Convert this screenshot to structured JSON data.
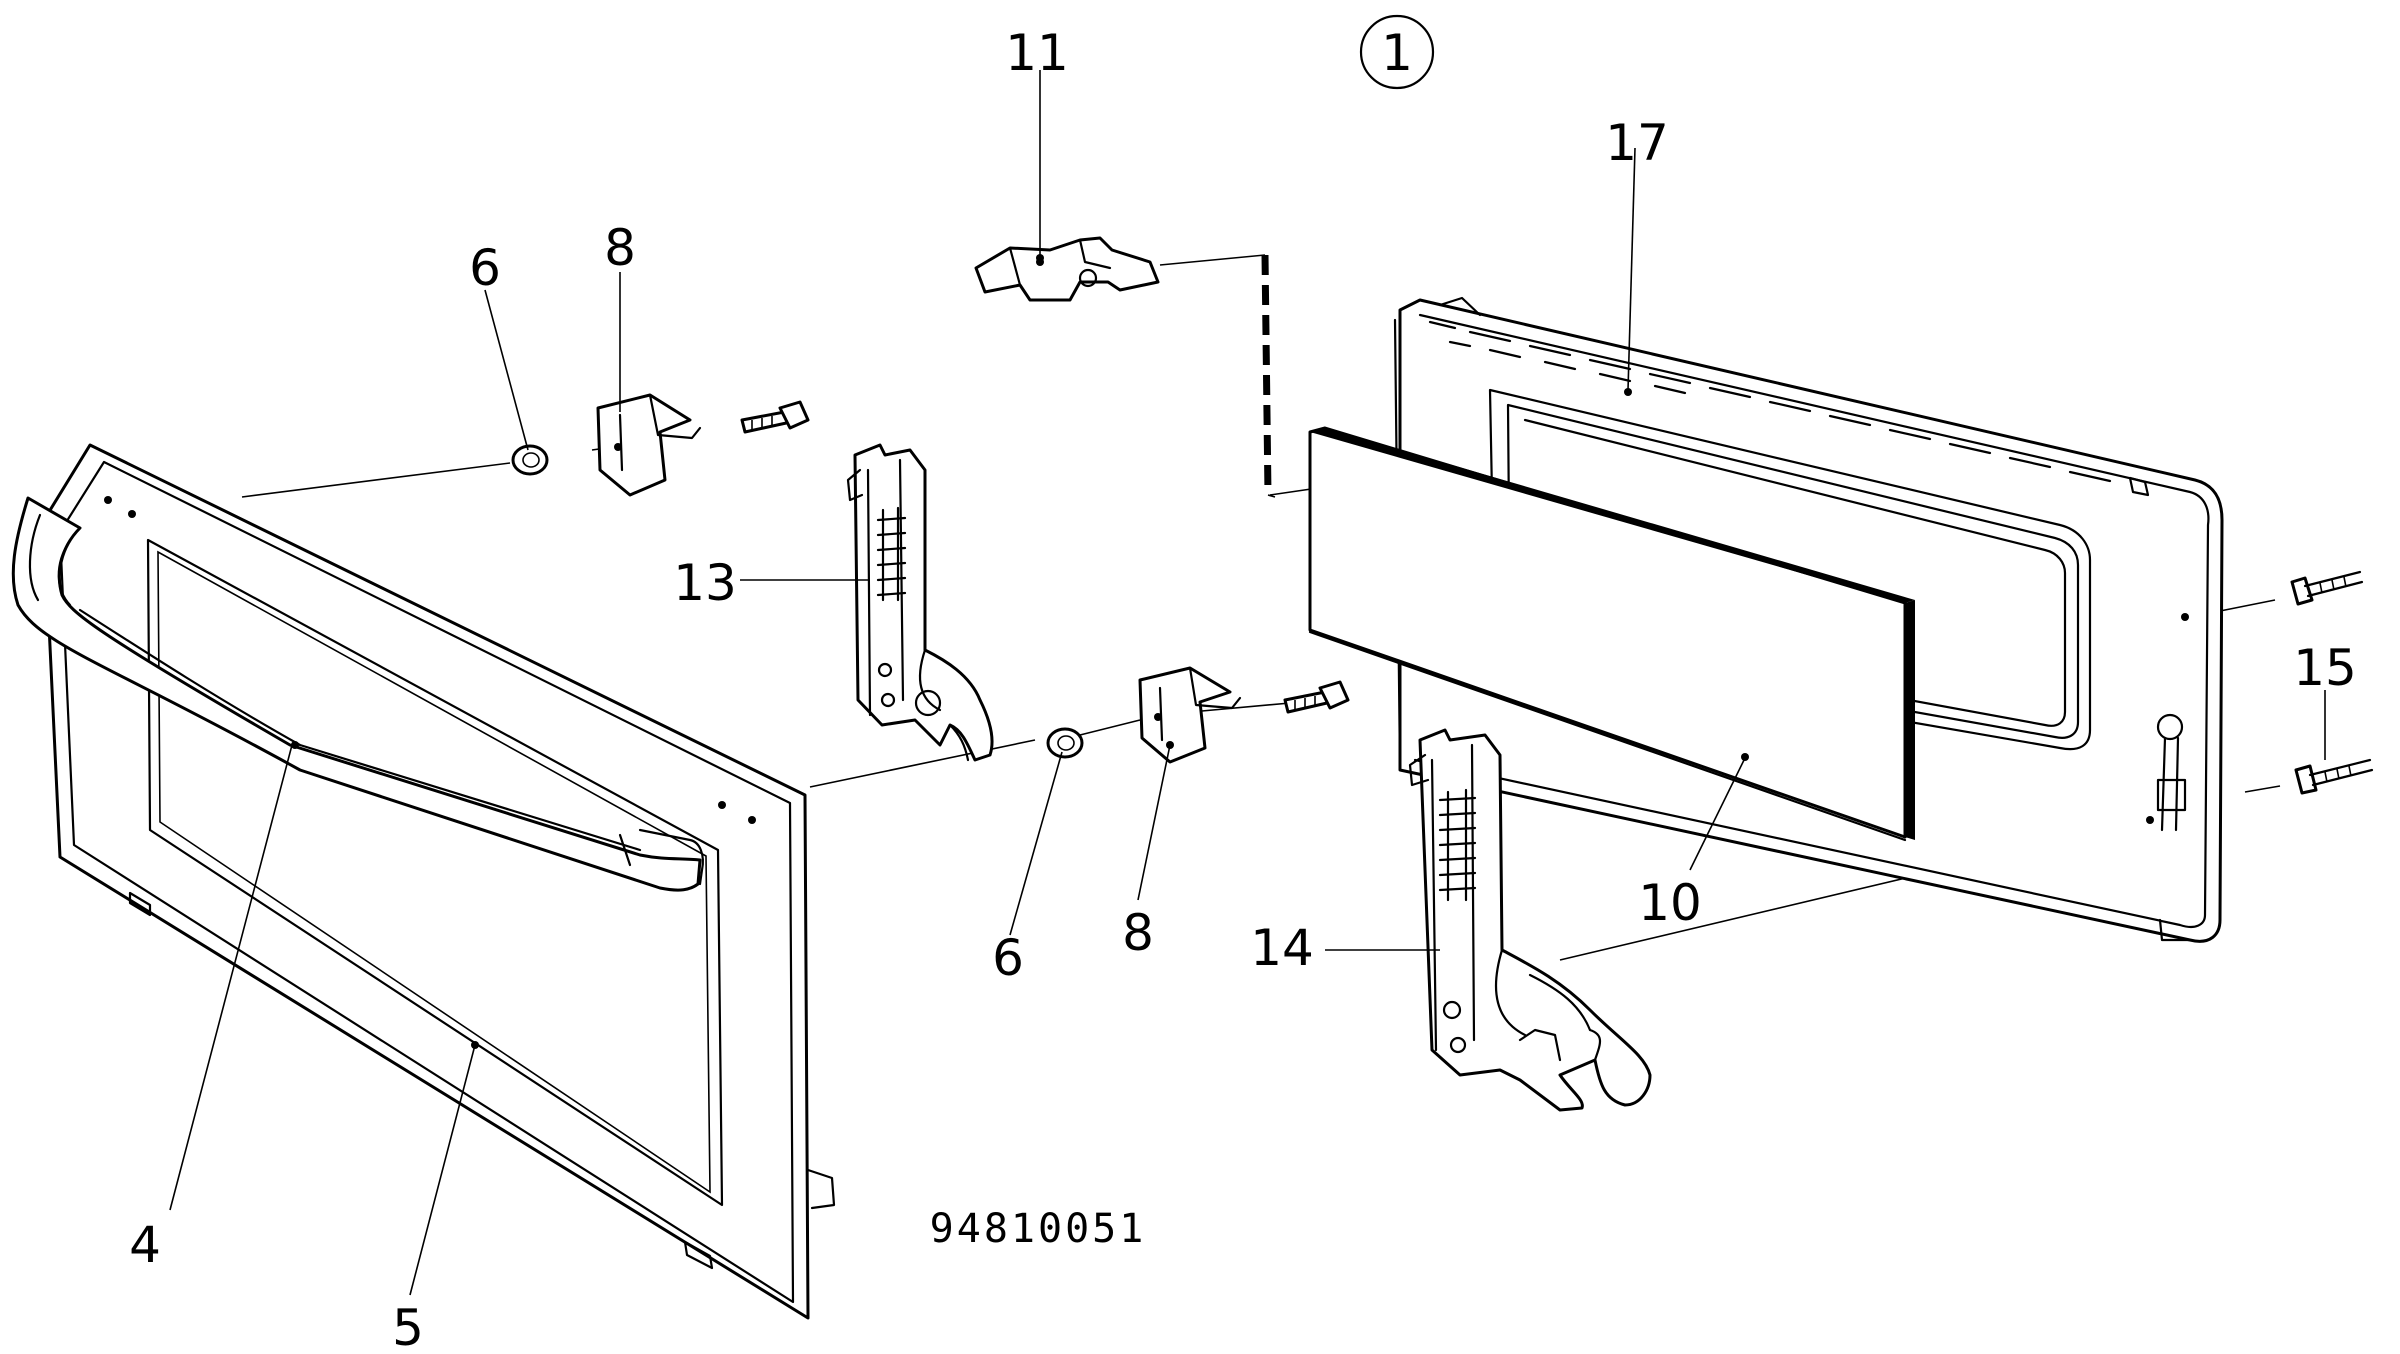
{
  "diagram": {
    "circled_label": "1",
    "code": "94810051",
    "callouts": [
      {
        "id": "c4",
        "text": "4"
      },
      {
        "id": "c5",
        "text": "5"
      },
      {
        "id": "c6a",
        "text": "6"
      },
      {
        "id": "c6b",
        "text": "6"
      },
      {
        "id": "c8a",
        "text": "8"
      },
      {
        "id": "c8b",
        "text": "8"
      },
      {
        "id": "c10",
        "text": "10"
      },
      {
        "id": "c11",
        "text": "11"
      },
      {
        "id": "c13",
        "text": "13"
      },
      {
        "id": "c14",
        "text": "14"
      },
      {
        "id": "c15",
        "text": "15"
      },
      {
        "id": "c17",
        "text": "17"
      }
    ]
  }
}
